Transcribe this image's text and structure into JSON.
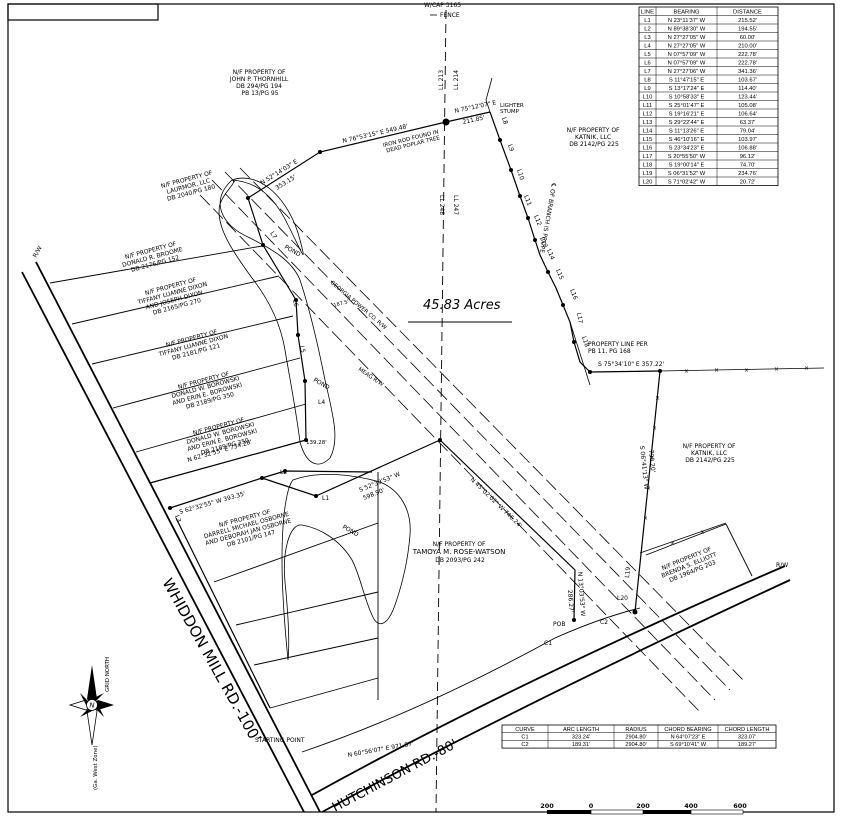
{
  "acres": "45.83 Acres",
  "header": {
    "cap": "W/CAP 3165",
    "fence": "FENCE"
  },
  "roads": {
    "whiddon": "WHIDDON MILL RD.-100' R/W",
    "hutchinson": "HUTCHINSON RD.-80' R/W",
    "rw_left": "R/W",
    "rw_right": "R/W"
  },
  "north": {
    "grid": "GRID NORTH",
    "zone": "(Ga. West Zone)",
    "letter": "N"
  },
  "parcels": {
    "thornhill": [
      "N/F PROPERTY OF",
      "JOHN P. THORNHILL",
      "DB 294/PG 194",
      "PB 13/PG 95"
    ],
    "katnik_top": [
      "N/F PROPERTY OF",
      "KATNIK, LLC",
      "DB 2142/PG 225"
    ],
    "laurmor": [
      "N/F PROPERTY OF",
      "LAURMOR, LLC",
      "DB 2040/PG 180"
    ],
    "broome": [
      "N/F PROPERTY OF",
      "DONALD R. BROOME",
      "DB 2176/PG 152"
    ],
    "dixon1": [
      "N/F PROPERTY OF",
      "TIFFANY LUANNE DIXON",
      "AND JOSEPH DIXON",
      "DB 2165/PG 270"
    ],
    "dixon2": [
      "N/F PROPERTY OF",
      "TIFFANY LUANNE DIXON",
      "DB 2181/PG 121"
    ],
    "borowski1": [
      "N/F PROPERTY OF",
      "DONALD W. BOROWSKI",
      "AND ERIN E. BOROWSKI",
      "DB 2189/PG 350"
    ],
    "borowski2": [
      "N/F PROPERTY OF",
      "DONALD W. BOROWSKI",
      "AND ERIN E. BOROWSKI",
      "DB 2189/PG 350"
    ],
    "osborne": [
      "N/F PROPERTY OF",
      "DARRELL MICHAEL OSBORNE",
      "AND DEBORAH JAN OSBORNE",
      "DB 2101/PG 147"
    ],
    "rose_watson": [
      "N/F PROPERTY OF",
      "TAMOYA M. ROSE-WATSON",
      "DB 2093/PG 242"
    ],
    "katnik_mid": [
      "N/F PROPERTY OF",
      "KATNIK, LLC",
      "DB 2142/PG 225"
    ],
    "elliott": [
      "N/F PROPERTY OF",
      "BRENDA S. ELLIOTT",
      "DB 1964/PG 203"
    ]
  },
  "annotations": {
    "iron_rod": [
      "IRON ROD FOUND IN",
      "DEAD POPLAR TREE"
    ],
    "lighter_stump": [
      "LIGHTER",
      "STUMP"
    ],
    "branch": "℄ OF BRANCH IS PROPERTY LINE",
    "plpb": [
      "PROPERTY LINE PER",
      "PB 11, PG 168"
    ],
    "georgia_power": "GEORGIA POWER CO. R/W",
    "memag": "MEAG R/W",
    "pond": "POND",
    "pob": "POB",
    "starting_point": "STARTING POINT",
    "ll_213": "LL 213",
    "ll_214": "LL 214",
    "ll_248": "LL 248",
    "ll_247": "LL 247",
    "dim_187": "187.5'"
  },
  "bearings": {
    "b1": "N 76°53'15\" E  549.48'",
    "b2": "N 75°12'07\" E",
    "b3": "211.85'",
    "b4": "N 52°14'03\" E",
    "b5": "353.15'",
    "b6": "S 75°34'10\" E  357.22'",
    "b7": "S 06°41'13\" W",
    "b8": "790.20'",
    "b9": "N 45°02'02\" W  746.24'",
    "b10": "N 13°03'53\" W",
    "b11": "286.27'",
    "b12": "N 62°32'55\" E  734.28'",
    "b13": "S 52°39'53\" W",
    "b14": "598.90'",
    "b15": "S 62°32'55\" W  393.35'",
    "b16": "N 60°56'07\" E  971.87'",
    "b17": "139.28'"
  },
  "line_labels": [
    "L1",
    "L2",
    "L3",
    "L4",
    "L5",
    "L6",
    "L7",
    "L8",
    "L9",
    "L10",
    "L11",
    "L12",
    "L13",
    "L14",
    "L15",
    "L16",
    "L17",
    "L18",
    "L19",
    "L20"
  ],
  "curve_labels": [
    "C1",
    "C2"
  ],
  "line_table": {
    "headers": [
      "LINE",
      "BEARING",
      "DISTANCE"
    ],
    "rows": [
      [
        "L1",
        "N 23°11'37\" W",
        "215.52'"
      ],
      [
        "L2",
        "N 89°38'30\" W",
        "194.55'"
      ],
      [
        "L3",
        "N 27°27'05\" W",
        "60.00'"
      ],
      [
        "L4",
        "N 27°27'05\" W",
        "210.00'"
      ],
      [
        "L5",
        "N 07°57'09\" W",
        "222.78'"
      ],
      [
        "L6",
        "N 07°57'09\" W",
        "222.78'"
      ],
      [
        "L7",
        "N 27°27'06\" W",
        "341.36'"
      ],
      [
        "L8",
        "S 11°47'15\" E",
        "103.67'"
      ],
      [
        "L9",
        "S 13°17'24\" E",
        "114.40'"
      ],
      [
        "L10",
        "S 10°58'33\" E",
        "123.44'"
      ],
      [
        "L11",
        "S 25°01'47\" E",
        "105.08'"
      ],
      [
        "L12",
        "S 19°16'21\" E",
        "106.64'"
      ],
      [
        "L13",
        "S 29°22'44\" E",
        "63.37'"
      ],
      [
        "L14",
        "S 11°13'26\" E",
        "79.04'"
      ],
      [
        "L15",
        "S 46°10'16\" E",
        "103.97'"
      ],
      [
        "L16",
        "S 23°34'23\" E",
        "106.88'"
      ],
      [
        "L17",
        "S 20°55'50\" W",
        "96.12'"
      ],
      [
        "L18",
        "S 19°00'14\" E",
        "74.70'"
      ],
      [
        "L19",
        "S 06°31'52\" W",
        "234.76'"
      ],
      [
        "L20",
        "S 71°02'42\" W",
        "20.72'"
      ]
    ]
  },
  "curve_table": {
    "headers": [
      "CURVE",
      "ARC LENGTH",
      "RADIUS",
      "CHORD BEARING",
      "CHORD LENGTH"
    ],
    "rows": [
      [
        "C1",
        "323.24'",
        "2904.80'",
        "N 64°07'23\" E",
        "323.07'"
      ],
      [
        "C2",
        "189.31'",
        "2904.80'",
        "S 69°10'41\" W",
        "189.27'"
      ]
    ]
  },
  "scale": [
    "200",
    "0",
    "200",
    "400",
    "600"
  ]
}
